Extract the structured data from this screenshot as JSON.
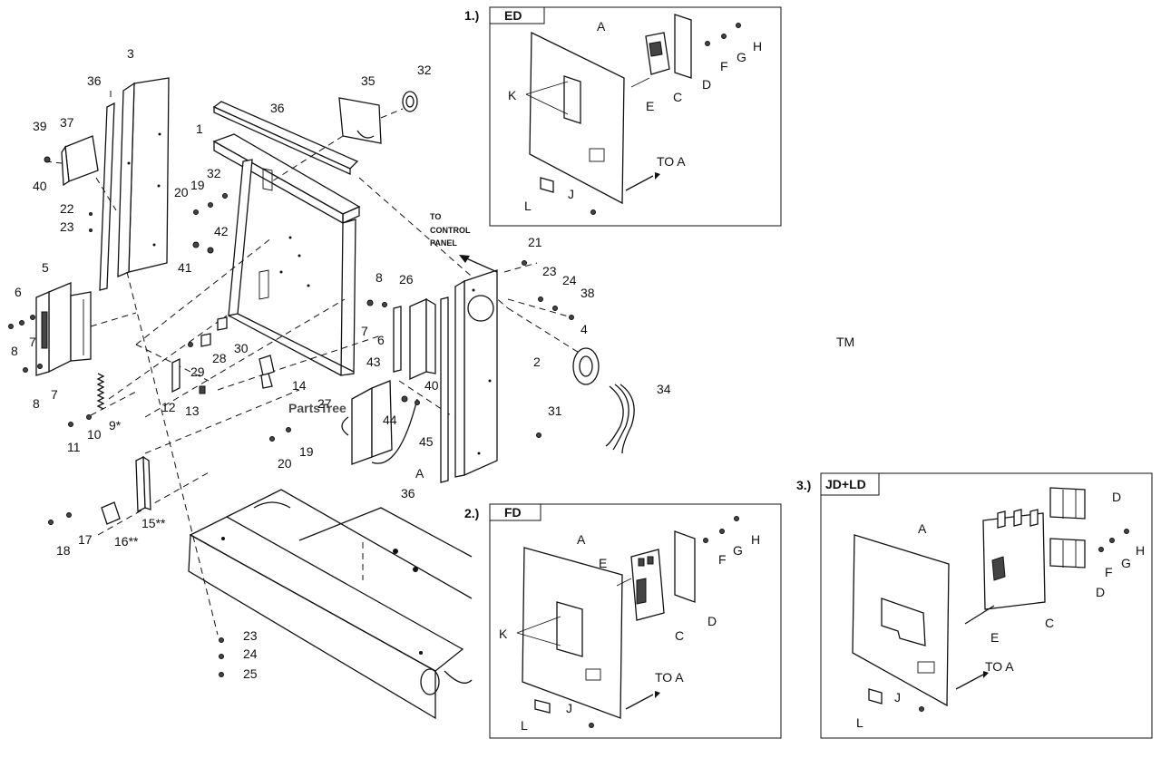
{
  "watermark": {
    "text": "PartsTree",
    "tm": "TM"
  },
  "main_labels": {
    "l1": "1",
    "l2": "2",
    "l3": "3",
    "l4": "4",
    "l5": "5",
    "l6a": "6",
    "l6b": "6",
    "l7a": "7",
    "l7b": "7",
    "l7c": "7",
    "l8a": "8",
    "l8b": "8",
    "l8c": "8",
    "l9": "9*",
    "l10": "10",
    "l11": "11",
    "l12": "12",
    "l13": "13",
    "l14": "14",
    "l15": "15**",
    "l16": "16**",
    "l17": "17",
    "l18": "18",
    "l19a": "19",
    "l19b": "19",
    "l20a": "20",
    "l20b": "20",
    "l21": "21",
    "l22": "22",
    "l23a": "23",
    "l23b": "23",
    "l23c": "23",
    "l24a": "24",
    "l24b": "24",
    "l25": "25",
    "l26": "26",
    "l27": "27",
    "l28": "28",
    "l29": "29",
    "l30": "30",
    "l31": "31",
    "l32a": "32",
    "l32b": "32",
    "l34": "34",
    "l35": "35",
    "l36a": "36",
    "l36b": "36",
    "l36c": "36",
    "l37": "37",
    "l38": "38",
    "l39": "39",
    "l40a": "40",
    "l40b": "40",
    "l41": "41",
    "l42": "42",
    "l43": "43",
    "l44": "44",
    "l45": "45",
    "lA": "A",
    "to_control_1": "TO",
    "to_control_2": "CONTROL",
    "to_control_3": "PANEL"
  },
  "inset_ed": {
    "number": "1.)",
    "title": "ED",
    "labels": {
      "A": "A",
      "C": "C",
      "D": "D",
      "E": "E",
      "F": "F",
      "G": "G",
      "H": "H",
      "J": "J",
      "K": "K",
      "L": "L"
    },
    "to_a": "TO A"
  },
  "inset_fd": {
    "number": "2.)",
    "title": "FD",
    "labels": {
      "A": "A",
      "C": "C",
      "D": "D",
      "E": "E",
      "F": "F",
      "G": "G",
      "H": "H",
      "J": "J",
      "K": "K",
      "L": "L"
    },
    "to_a": "TO A"
  },
  "inset_jd": {
    "number": "3.)",
    "title": "JD+LD",
    "labels": {
      "A": "A",
      "C": "C",
      "D1": "D",
      "D2": "D",
      "E": "E",
      "F": "F",
      "G": "G",
      "H": "H",
      "J": "J",
      "L": "L"
    },
    "to_a": "TO A"
  }
}
